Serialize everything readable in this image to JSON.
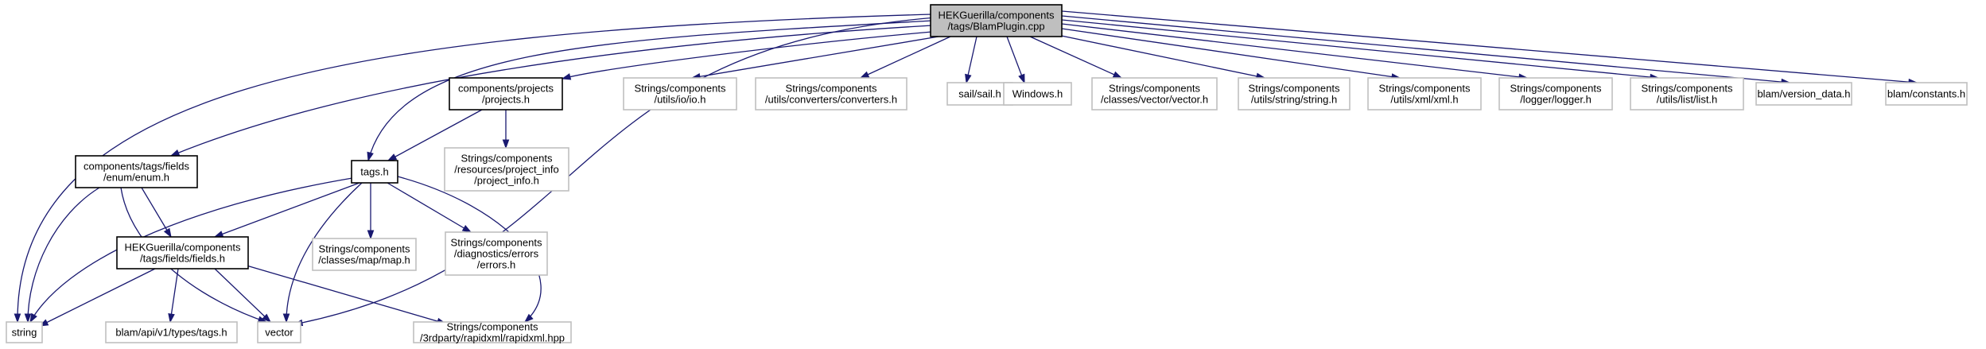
{
  "colors": {
    "edge": "#191970",
    "root_fill": "#bfbfbf",
    "root_border": "#000000",
    "local_border": "#000000",
    "external_border": "#bfbfbf",
    "node_fill": "#ffffff"
  },
  "nodes": [
    {
      "id": "root",
      "kind": "root",
      "lines": [
        "HEKGuerilla/components",
        "/tags/BlamPlugin.cpp"
      ]
    },
    {
      "id": "projects_h",
      "kind": "local",
      "lines": [
        "components/projects",
        "/projects.h"
      ]
    },
    {
      "id": "io_h",
      "kind": "external",
      "lines": [
        "Strings/components",
        "/utils/io/io.h"
      ]
    },
    {
      "id": "converters_h",
      "kind": "external",
      "lines": [
        "Strings/components",
        "/utils/converters/converters.h"
      ]
    },
    {
      "id": "sail_h",
      "kind": "external",
      "lines": [
        "sail/sail.h"
      ]
    },
    {
      "id": "windows_h",
      "kind": "external",
      "lines": [
        "Windows.h"
      ]
    },
    {
      "id": "vector_h",
      "kind": "external",
      "lines": [
        "Strings/components",
        "/classes/vector/vector.h"
      ]
    },
    {
      "id": "string_h",
      "kind": "external",
      "lines": [
        "Strings/components",
        "/utils/string/string.h"
      ]
    },
    {
      "id": "xml_h",
      "kind": "external",
      "lines": [
        "Strings/components",
        "/utils/xml/xml.h"
      ]
    },
    {
      "id": "logger_h",
      "kind": "external",
      "lines": [
        "Strings/components",
        "/logger/logger.h"
      ]
    },
    {
      "id": "list_h",
      "kind": "external",
      "lines": [
        "Strings/components",
        "/utils/list/list.h"
      ]
    },
    {
      "id": "version_data_h",
      "kind": "external",
      "lines": [
        "blam/version_data.h"
      ]
    },
    {
      "id": "constants_h",
      "kind": "external",
      "lines": [
        "blam/constants.h"
      ]
    },
    {
      "id": "enum_h",
      "kind": "local",
      "lines": [
        "components/tags/fields",
        "/enum/enum.h"
      ]
    },
    {
      "id": "tags_h",
      "kind": "local",
      "lines": [
        "tags.h"
      ]
    },
    {
      "id": "project_info_h",
      "kind": "external",
      "lines": [
        "Strings/components",
        "/resources/project_info",
        "/project_info.h"
      ]
    },
    {
      "id": "map_h",
      "kind": "external",
      "lines": [
        "Strings/components",
        "/classes/map/map.h"
      ]
    },
    {
      "id": "errors_h",
      "kind": "external",
      "lines": [
        "Strings/components",
        "/diagnostics/errors",
        "/errors.h"
      ]
    },
    {
      "id": "fields_h",
      "kind": "local",
      "lines": [
        "HEKGuerilla/components",
        "/tags/fields/fields.h"
      ]
    },
    {
      "id": "string",
      "kind": "external",
      "lines": [
        "string"
      ]
    },
    {
      "id": "api_tags_h",
      "kind": "external",
      "lines": [
        "blam/api/v1/types/tags.h"
      ]
    },
    {
      "id": "vector",
      "kind": "external",
      "lines": [
        "vector"
      ]
    },
    {
      "id": "rapidxml_hpp",
      "kind": "external",
      "lines": [
        "Strings/components",
        "/3rdparty/rapidxml/rapidxml.hpp"
      ]
    }
  ],
  "edges": [
    {
      "from": "root",
      "to": "projects_h"
    },
    {
      "from": "root",
      "to": "io_h"
    },
    {
      "from": "root",
      "to": "converters_h"
    },
    {
      "from": "root",
      "to": "sail_h"
    },
    {
      "from": "root",
      "to": "windows_h"
    },
    {
      "from": "root",
      "to": "vector_h"
    },
    {
      "from": "root",
      "to": "string_h"
    },
    {
      "from": "root",
      "to": "xml_h"
    },
    {
      "from": "root",
      "to": "logger_h"
    },
    {
      "from": "root",
      "to": "list_h"
    },
    {
      "from": "root",
      "to": "version_data_h"
    },
    {
      "from": "root",
      "to": "constants_h"
    },
    {
      "from": "root",
      "to": "enum_h"
    },
    {
      "from": "root",
      "to": "tags_h"
    },
    {
      "from": "root",
      "to": "string"
    },
    {
      "from": "root",
      "to": "vector"
    },
    {
      "from": "projects_h",
      "to": "tags_h"
    },
    {
      "from": "projects_h",
      "to": "project_info_h"
    },
    {
      "from": "enum_h",
      "to": "fields_h"
    },
    {
      "from": "enum_h",
      "to": "string"
    },
    {
      "from": "enum_h",
      "to": "vector"
    },
    {
      "from": "tags_h",
      "to": "fields_h"
    },
    {
      "from": "tags_h",
      "to": "map_h"
    },
    {
      "from": "tags_h",
      "to": "errors_h"
    },
    {
      "from": "tags_h",
      "to": "string"
    },
    {
      "from": "tags_h",
      "to": "vector"
    },
    {
      "from": "tags_h",
      "to": "rapidxml_hpp"
    },
    {
      "from": "fields_h",
      "to": "string"
    },
    {
      "from": "fields_h",
      "to": "api_tags_h"
    },
    {
      "from": "fields_h",
      "to": "vector"
    },
    {
      "from": "fields_h",
      "to": "rapidxml_hpp"
    }
  ]
}
